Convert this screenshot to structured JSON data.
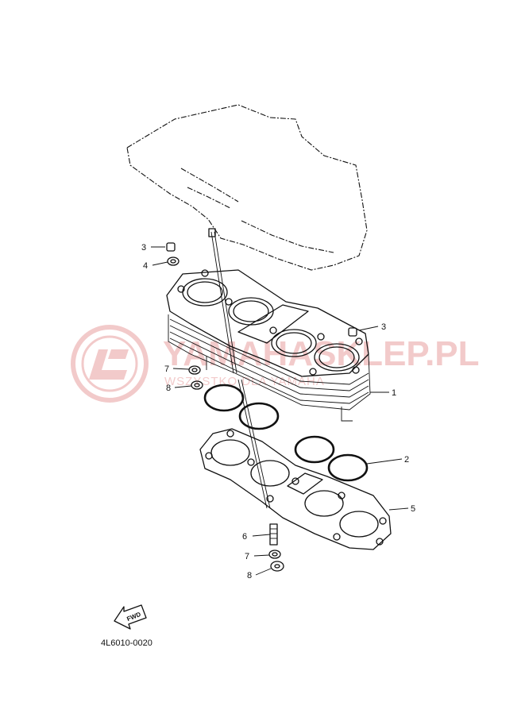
{
  "watermark": {
    "brand_text": "YAMAHASKLEP.PL",
    "tagline_text": "WSZYSTKO DLA YAMAHA",
    "color": "#e8a0a0"
  },
  "diagram": {
    "part_code": "4L6010-0020",
    "fwd_label": "FWD",
    "callouts": [
      {
        "id": "callout-3-top",
        "label": "3"
      },
      {
        "id": "callout-4",
        "label": "4"
      },
      {
        "id": "callout-3-right",
        "label": "3"
      },
      {
        "id": "callout-7-upper",
        "label": "7"
      },
      {
        "id": "callout-8-upper",
        "label": "8"
      },
      {
        "id": "callout-1",
        "label": "1"
      },
      {
        "id": "callout-2",
        "label": "2"
      },
      {
        "id": "callout-5",
        "label": "5"
      },
      {
        "id": "callout-6",
        "label": "6"
      },
      {
        "id": "callout-7-lower",
        "label": "7"
      },
      {
        "id": "callout-8-lower",
        "label": "8"
      }
    ]
  }
}
